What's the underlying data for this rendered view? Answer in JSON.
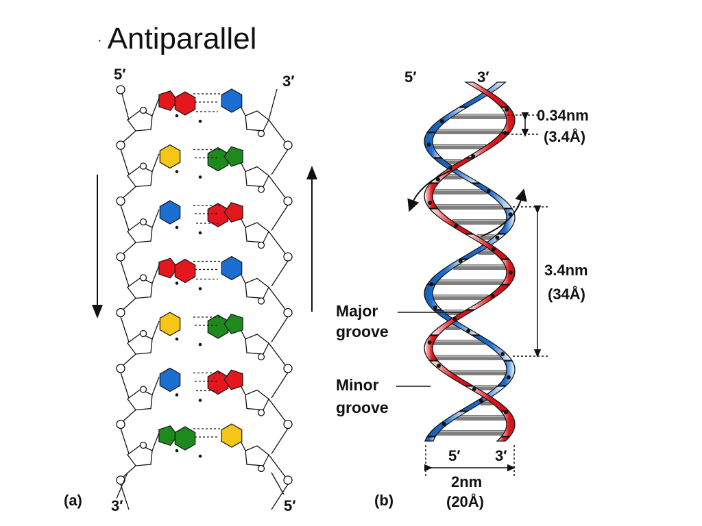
{
  "slide": {
    "title": "Antiparallel",
    "bullet": "·"
  },
  "panel_a": {
    "label": "(a)",
    "top_left": "5′",
    "top_right": "3′",
    "bottom_left": "3′",
    "bottom_right": "5′",
    "left_arrow_direction": "down",
    "right_arrow_direction": "up",
    "base_pairs": [
      {
        "left": "red",
        "right": "blue"
      },
      {
        "left": "yellow",
        "right": "green"
      },
      {
        "left": "blue",
        "right": "red"
      },
      {
        "left": "red",
        "right": "blue"
      },
      {
        "left": "yellow",
        "right": "green"
      },
      {
        "left": "blue",
        "right": "red"
      },
      {
        "left": "green",
        "right": "yellow"
      }
    ]
  },
  "panel_b": {
    "label": "(b)",
    "top_left": "5′",
    "top_right": "3′",
    "bottom_left": "5′",
    "bottom_right": "3′",
    "rise": "0.34nm",
    "rise_angstrom": "(3.4Å)",
    "pitch": "3.4nm",
    "pitch_angstrom": "(34Å)",
    "major_groove_1": "Major",
    "major_groove_2": "groove",
    "minor_groove_1": "Minor",
    "minor_groove_2": "groove",
    "width": "2nm",
    "width_angstrom": "(20Å)"
  },
  "colors": {
    "red": "#e3171d",
    "blue": "#1b6fd1",
    "yellow": "#f5c518",
    "green": "#1e8a1e",
    "rung": "#7f7f7f"
  }
}
